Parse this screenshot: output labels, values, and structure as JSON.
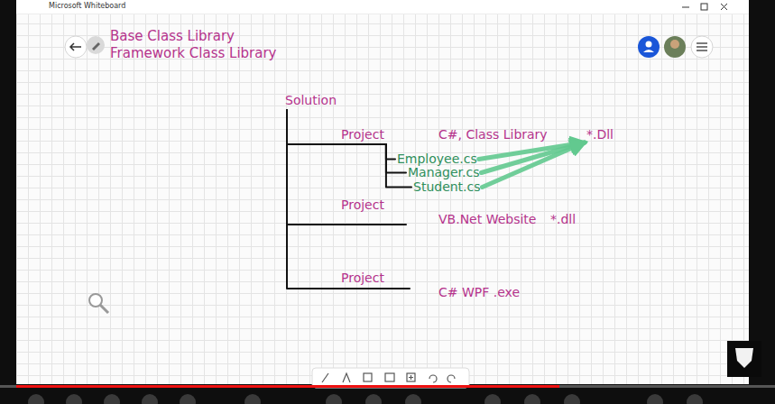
{
  "diagram": {
    "nodes": [
      {
        "text": [
          "Solution"
        ]
      },
      {
        "text": [
          "Project"
        ]
      },
      {
        "text": [
          "Employee.cs"
        ]
      },
      {
        "text": [
          "Manager.cs"
        ]
      },
      {
        "text": [
          "Student.cs"
        ]
      },
      {
        "text": [
          "*.Dll"
        ]
      },
      {
        "text": [
          "Project"
        ]
      },
      {
        "text": [
          "Project"
        ]
      }
    ],
    "edges": [
      {
        "from": 0,
        "to": 1,
        "arrow": "none"
      },
      {
        "from": 0,
        "to": 6,
        "arrow": "none"
      },
      {
        "from": 0,
        "to": 7,
        "arrow": "none"
      },
      {
        "from": 1,
        "to": 2,
        "arrow": "none"
      },
      {
        "from": 1,
        "to": 3,
        "arrow": "none"
      },
      {
        "from": 1,
        "to": 4,
        "arrow": "none"
      },
      {
        "from": 2,
        "to": 5,
        "arrow": "to"
      },
      {
        "from": 3,
        "to": 5,
        "arrow": "to"
      },
      {
        "from": 4,
        "to": 5,
        "arrow": "to"
      }
    ],
    "labels": [
      "Microsoft Whiteboard",
      "Base Class Library",
      "Framework Class Library",
      "C#, Class Library",
      "VB.Net Website",
      "*.dll",
      "C# WPF .exe"
    ]
  }
}
